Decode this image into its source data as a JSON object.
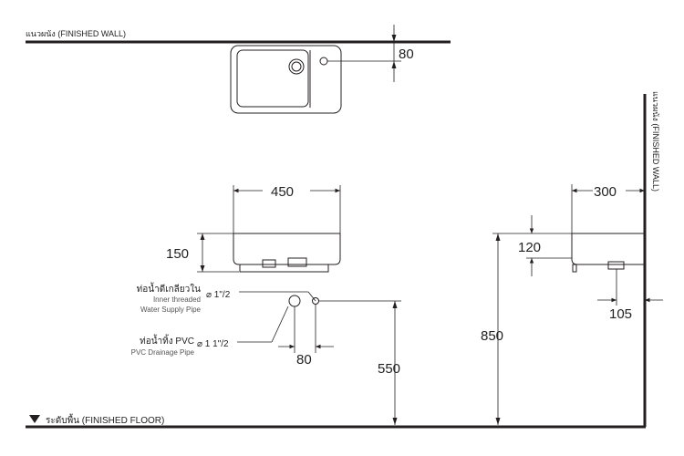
{
  "labels": {
    "finished_wall_top": "แนวผนัง (FINISHED WALL)",
    "finished_wall_side": "แนวผนัง (FINISHED WALL)",
    "finished_floor": "ระดับพื้น (FINISHED FLOOR)",
    "supply_pipe_th": "ท่อน้ำดีเกลียวใน",
    "supply_pipe_en_1": "Inner threaded",
    "supply_pipe_en_2": "Water Supply Pipe",
    "supply_pipe_size": "⌀ 1\"/2",
    "drain_pipe_th": "ท่อน้ำทิ้ง PVC",
    "drain_pipe_en": "PVC Drainage Pipe",
    "drain_pipe_size": "⌀ 1 1\"/2"
  },
  "dimensions": {
    "wall_offset": "80",
    "basin_width": "450",
    "basin_height": "150",
    "pipe_spacing": "80",
    "pipe_height": "550",
    "side_depth": "300",
    "side_height_top": "120",
    "side_pipe_offset": "105",
    "mount_height": "850"
  }
}
